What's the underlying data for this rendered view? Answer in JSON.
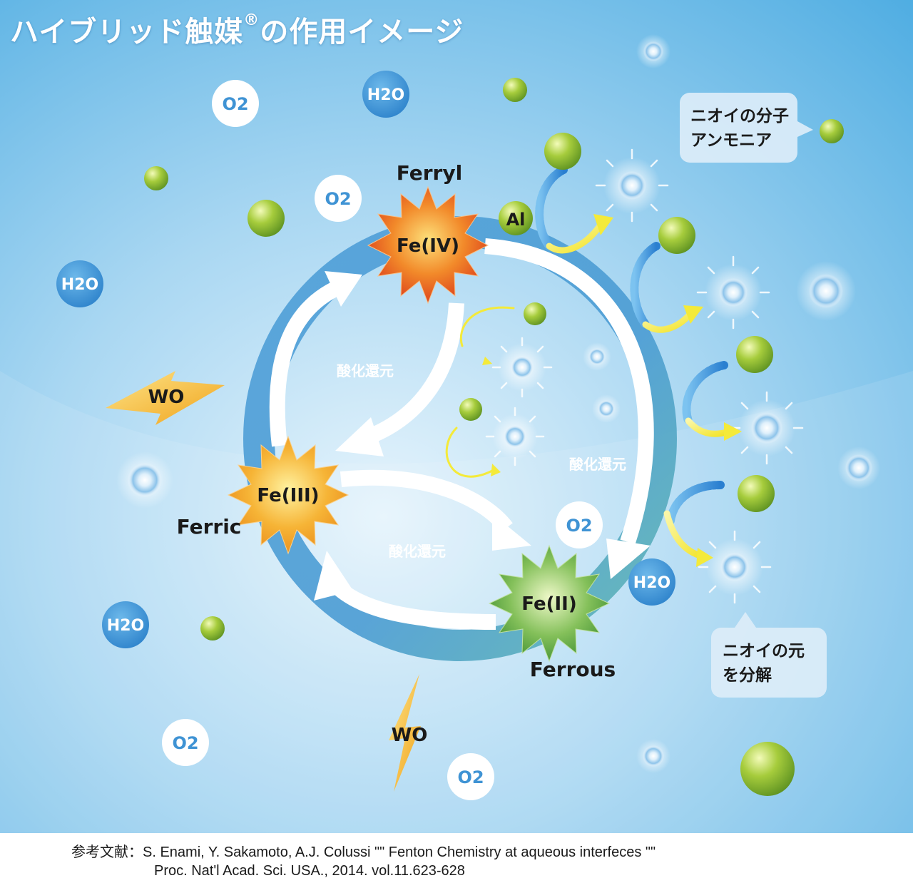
{
  "title": "ハイブリッド触媒",
  "title_mark": "®",
  "title_suffix": "の作用イメージ",
  "states": {
    "fe4": {
      "formula": "Fe(IV)",
      "name": "Ferryl"
    },
    "fe3": {
      "formula": "Fe(III)",
      "name": "Ferric"
    },
    "fe2": {
      "formula": "Fe(II)",
      "name": "Ferrous"
    }
  },
  "reaction_label": "酸化還元",
  "al_label": "Al",
  "wo_label": "WO",
  "o2_label": "O2",
  "h2o_label": "H2O",
  "callout_top": {
    "line1": "ニオイの分子",
    "line2": "アンモニア"
  },
  "callout_bottom": {
    "line1": "ニオイの元",
    "line2": "を分解"
  },
  "reference": {
    "prefix": "参考文献：",
    "line1": "S. Enami,  Y. Sakamoto,  A.J. Colussi  \"\" Fenton Chemistry at aqueous interfeces \"\"",
    "line2": "Proc. Nat'l Acad. Sci. USA., 2014. vol.11.623-628"
  },
  "colors": {
    "background_light": "#cfe9f8",
    "background_dark": "#5fb6e6",
    "ring": "#4a9fd6",
    "ring_teal": "#5fb3b8",
    "fe4": "#e8531e",
    "fe3": "#f3a224",
    "fe2": "#5aa83c",
    "molecule_green": "#8fbe2c",
    "arrow_yellow": "#f4ea3a",
    "h2o_badge": "#3f93d4",
    "bolt": "#f2a81d"
  }
}
